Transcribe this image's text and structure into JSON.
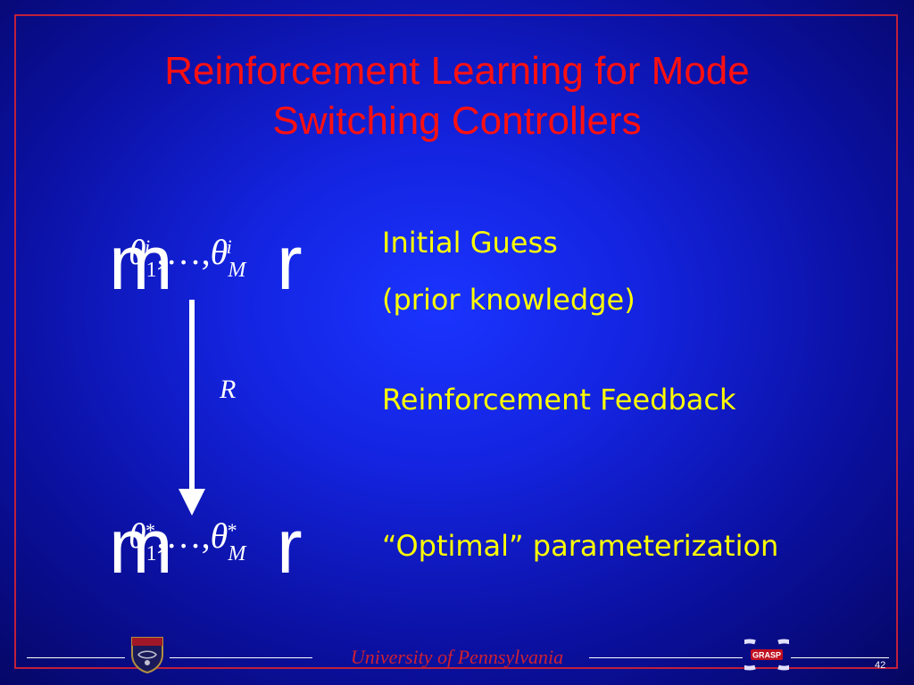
{
  "slide": {
    "title_line1": "Reinforcement Learning for Mode",
    "title_line2": "Switching Controllers"
  },
  "formulas": {
    "open_brace": "m",
    "close_brace": "r",
    "initial": {
      "symbol": "θ",
      "first_sub": "1",
      "last_sub": "M",
      "sup": "i",
      "ellipsis": ",…,"
    },
    "optimal": {
      "symbol": "θ",
      "first_sub": "1",
      "last_sub": "M",
      "sup": "*",
      "ellipsis": ",…,"
    }
  },
  "arrow": {
    "label": "R"
  },
  "annotations": {
    "initial_guess": "Initial Guess",
    "prior_knowledge": "(prior knowledge)",
    "feedback": "Reinforcement Feedback",
    "optimal": "“Optimal” parameterization"
  },
  "footer": {
    "university": "University of Pennsylvania",
    "logo_text": "GRASP",
    "page_number": "42"
  },
  "colors": {
    "title": "#ff1010",
    "annotation": "#ffff00",
    "frame": "#c0203a",
    "footer_text": "#d02030"
  }
}
